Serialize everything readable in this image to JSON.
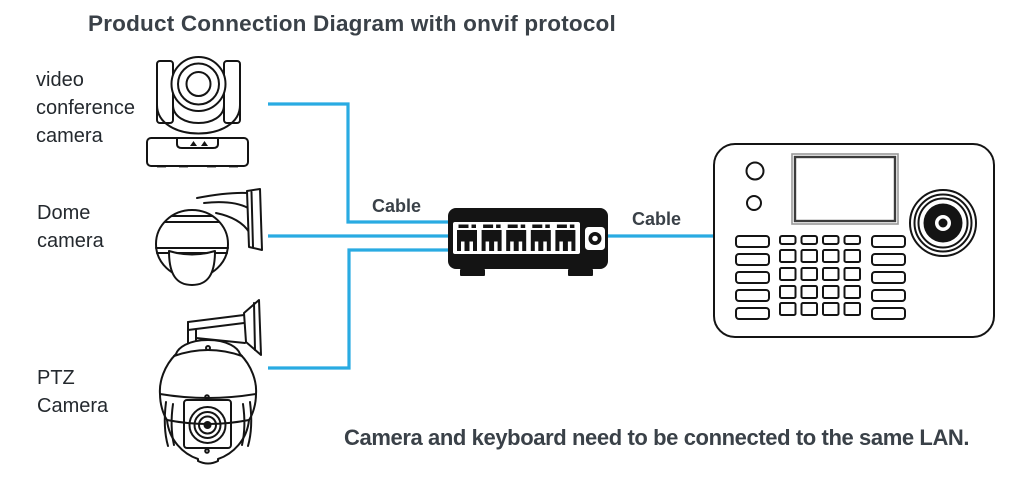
{
  "title": "Product Connection Diagram with onvif protocol",
  "labels": {
    "video_conference_camera": "video\nconference\ncamera",
    "dome_camera": "Dome\ncamera",
    "ptz_camera": "PTZ\nCamera"
  },
  "cable_labels": {
    "left": "Cable",
    "right": "Cable"
  },
  "note": "Camera and keyboard need to be connected to the same LAN.",
  "icons": {
    "video_conference_camera": "video-conference-camera-icon",
    "dome_camera": "dome-camera-icon",
    "ptz_camera": "ptz-camera-icon",
    "network_switch": "network-switch-icon",
    "control_keyboard": "keyboard-controller-icon",
    "joystick": "joystick-icon",
    "cables": "cable-line"
  },
  "colors": {
    "cable_line": "#29ABE2",
    "heading_text": "#3A4148",
    "body_text": "#24292E",
    "line_art": "#141414"
  }
}
